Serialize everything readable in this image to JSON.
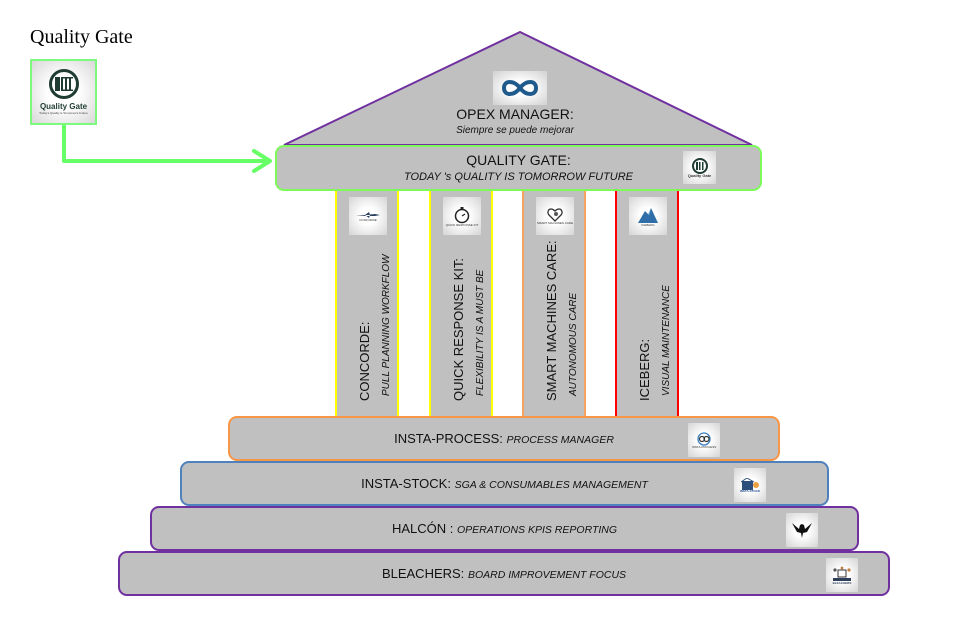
{
  "page": {
    "title": "Quality Gate"
  },
  "qg_card": {
    "logo_name": "Quality Gate",
    "logo_tagline": "Today's Quality is Tomorrow's Future",
    "icon": "quality-gate-logo-icon"
  },
  "colors": {
    "fill": "#c0c0c0",
    "roof_border": "#7030a0",
    "quality_gate_border": "#7dfa5a",
    "arrow": "#66ff66",
    "concorde_border": "#ffff00",
    "quick_response_border": "#ffff00",
    "smart_machines_border": "#f4a460",
    "iceberg_border": "#ff0000",
    "insta_process_border": "#f79646",
    "insta_stock_border": "#4f81bd",
    "halcon_border": "#7030a0",
    "bleachers_border": "#7030a0"
  },
  "roof": {
    "title": "OPEX MANAGER:",
    "subtitle": "Siempre se puede mejorar",
    "icon": "infinity-icon"
  },
  "beam": {
    "title": "QUALITY GATE:",
    "subtitle": "TODAY 's QUALITY IS TOMORROW FUTURE",
    "logo_text": "Quality Gate"
  },
  "pillars": [
    {
      "title": "CONCORDE:",
      "subtitle": "PULL PLANNING WORKFLOW",
      "logo_text": "CONCORDE",
      "icon": "airplane-icon"
    },
    {
      "title": "QUICK RESPONSE KIT:",
      "subtitle": "FLEXIBILITY IS A MUST BE",
      "logo_text": "QUICK RESPONSE KIT",
      "icon": "stopwatch-icon"
    },
    {
      "title": "SMART MACHINES CARE:",
      "subtitle": "AUTONOMOUS CARE",
      "logo_text": "SMART MACHINES CARE",
      "icon": "heart-gear-icon"
    },
    {
      "title": "ICEBERG:",
      "subtitle": "VISUAL MAINTENANCE",
      "logo_text": "ICEBERG",
      "icon": "iceberg-icon"
    }
  ],
  "steps": [
    {
      "title": "INSTA-PROCESS:",
      "subtitle": "PROCESS MANAGER",
      "logo_text": "INSTA-PROCESS",
      "icon": "gears-icon"
    },
    {
      "title": "INSTA-STOCK:",
      "subtitle": "SGA & CONSUMABLES MANAGEMENT",
      "logo_text": "INSTA-STOCK",
      "icon": "warehouse-icon"
    },
    {
      "title": "HALCÓN :",
      "subtitle": "OPERATIONS KPIS REPORTING",
      "logo_text": "",
      "icon": "falcon-icon"
    },
    {
      "title": "BLEACHERS:",
      "subtitle": "BOARD IMPROVEMENT FOCUS",
      "logo_text": "BLEACHERS",
      "icon": "board-people-icon"
    }
  ]
}
